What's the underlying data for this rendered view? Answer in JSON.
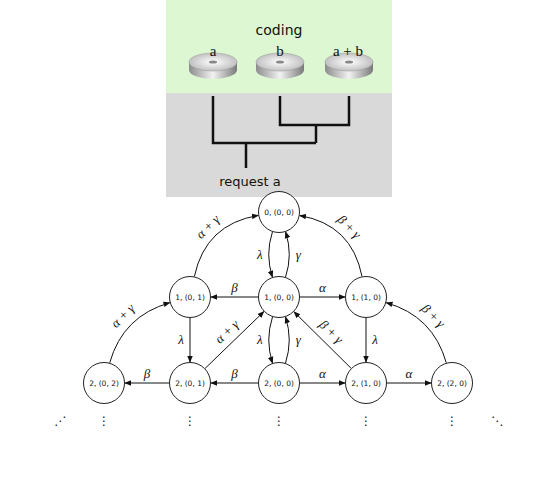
{
  "diagram": {
    "nodes": [
      {
        "text": [
          "0, (0, 0)"
        ]
      },
      {
        "text": [
          "1, (0, 1)"
        ]
      },
      {
        "text": [
          "1, (0, 0)"
        ]
      },
      {
        "text": [
          "1, (1, 0)"
        ]
      },
      {
        "text": [
          "2, (0, 2)"
        ]
      },
      {
        "text": [
          "2, (0, 1)"
        ]
      },
      {
        "text": [
          "2, (0, 0)"
        ]
      },
      {
        "text": [
          "2, (1, 0)"
        ]
      },
      {
        "text": [
          "2, (2, 0)"
        ]
      }
    ],
    "edges": [
      {
        "from": 0,
        "to": 2,
        "arrow": "to",
        "label": "λ"
      },
      {
        "from": 2,
        "to": 0,
        "arrow": "to",
        "label": "γ"
      },
      {
        "from": 1,
        "to": 0,
        "arrow": "to",
        "label": "α + γ"
      },
      {
        "from": 3,
        "to": 0,
        "arrow": "to",
        "label": "β + γ"
      },
      {
        "from": 2,
        "to": 1,
        "arrow": "to",
        "label": "β"
      },
      {
        "from": 2,
        "to": 3,
        "arrow": "to",
        "label": "α"
      },
      {
        "from": 1,
        "to": 5,
        "arrow": "to",
        "label": "λ"
      },
      {
        "from": 3,
        "to": 7,
        "arrow": "to",
        "label": "λ"
      },
      {
        "from": 2,
        "to": 6,
        "arrow": "to",
        "label": "λ"
      },
      {
        "from": 6,
        "to": 2,
        "arrow": "to",
        "label": "γ"
      },
      {
        "from": 5,
        "to": 2,
        "arrow": "to",
        "label": "α + γ"
      },
      {
        "from": 7,
        "to": 2,
        "arrow": "to",
        "label": "β + γ"
      },
      {
        "from": 4,
        "to": 1,
        "arrow": "to",
        "label": "α + γ"
      },
      {
        "from": 8,
        "to": 3,
        "arrow": "to",
        "label": "β + γ"
      },
      {
        "from": 6,
        "to": 5,
        "arrow": "to",
        "label": "β"
      },
      {
        "from": 5,
        "to": 4,
        "arrow": "to",
        "label": "β"
      },
      {
        "from": 6,
        "to": 7,
        "arrow": "to",
        "label": "α"
      },
      {
        "from": 7,
        "to": 8,
        "arrow": "to",
        "label": "α"
      }
    ],
    "labels": [
      "coding",
      "a",
      "b",
      "a + b",
      "request a",
      "⋰",
      "⋮",
      "⋮",
      "⋮",
      "⋮",
      "⋮",
      "⋱"
    ]
  }
}
